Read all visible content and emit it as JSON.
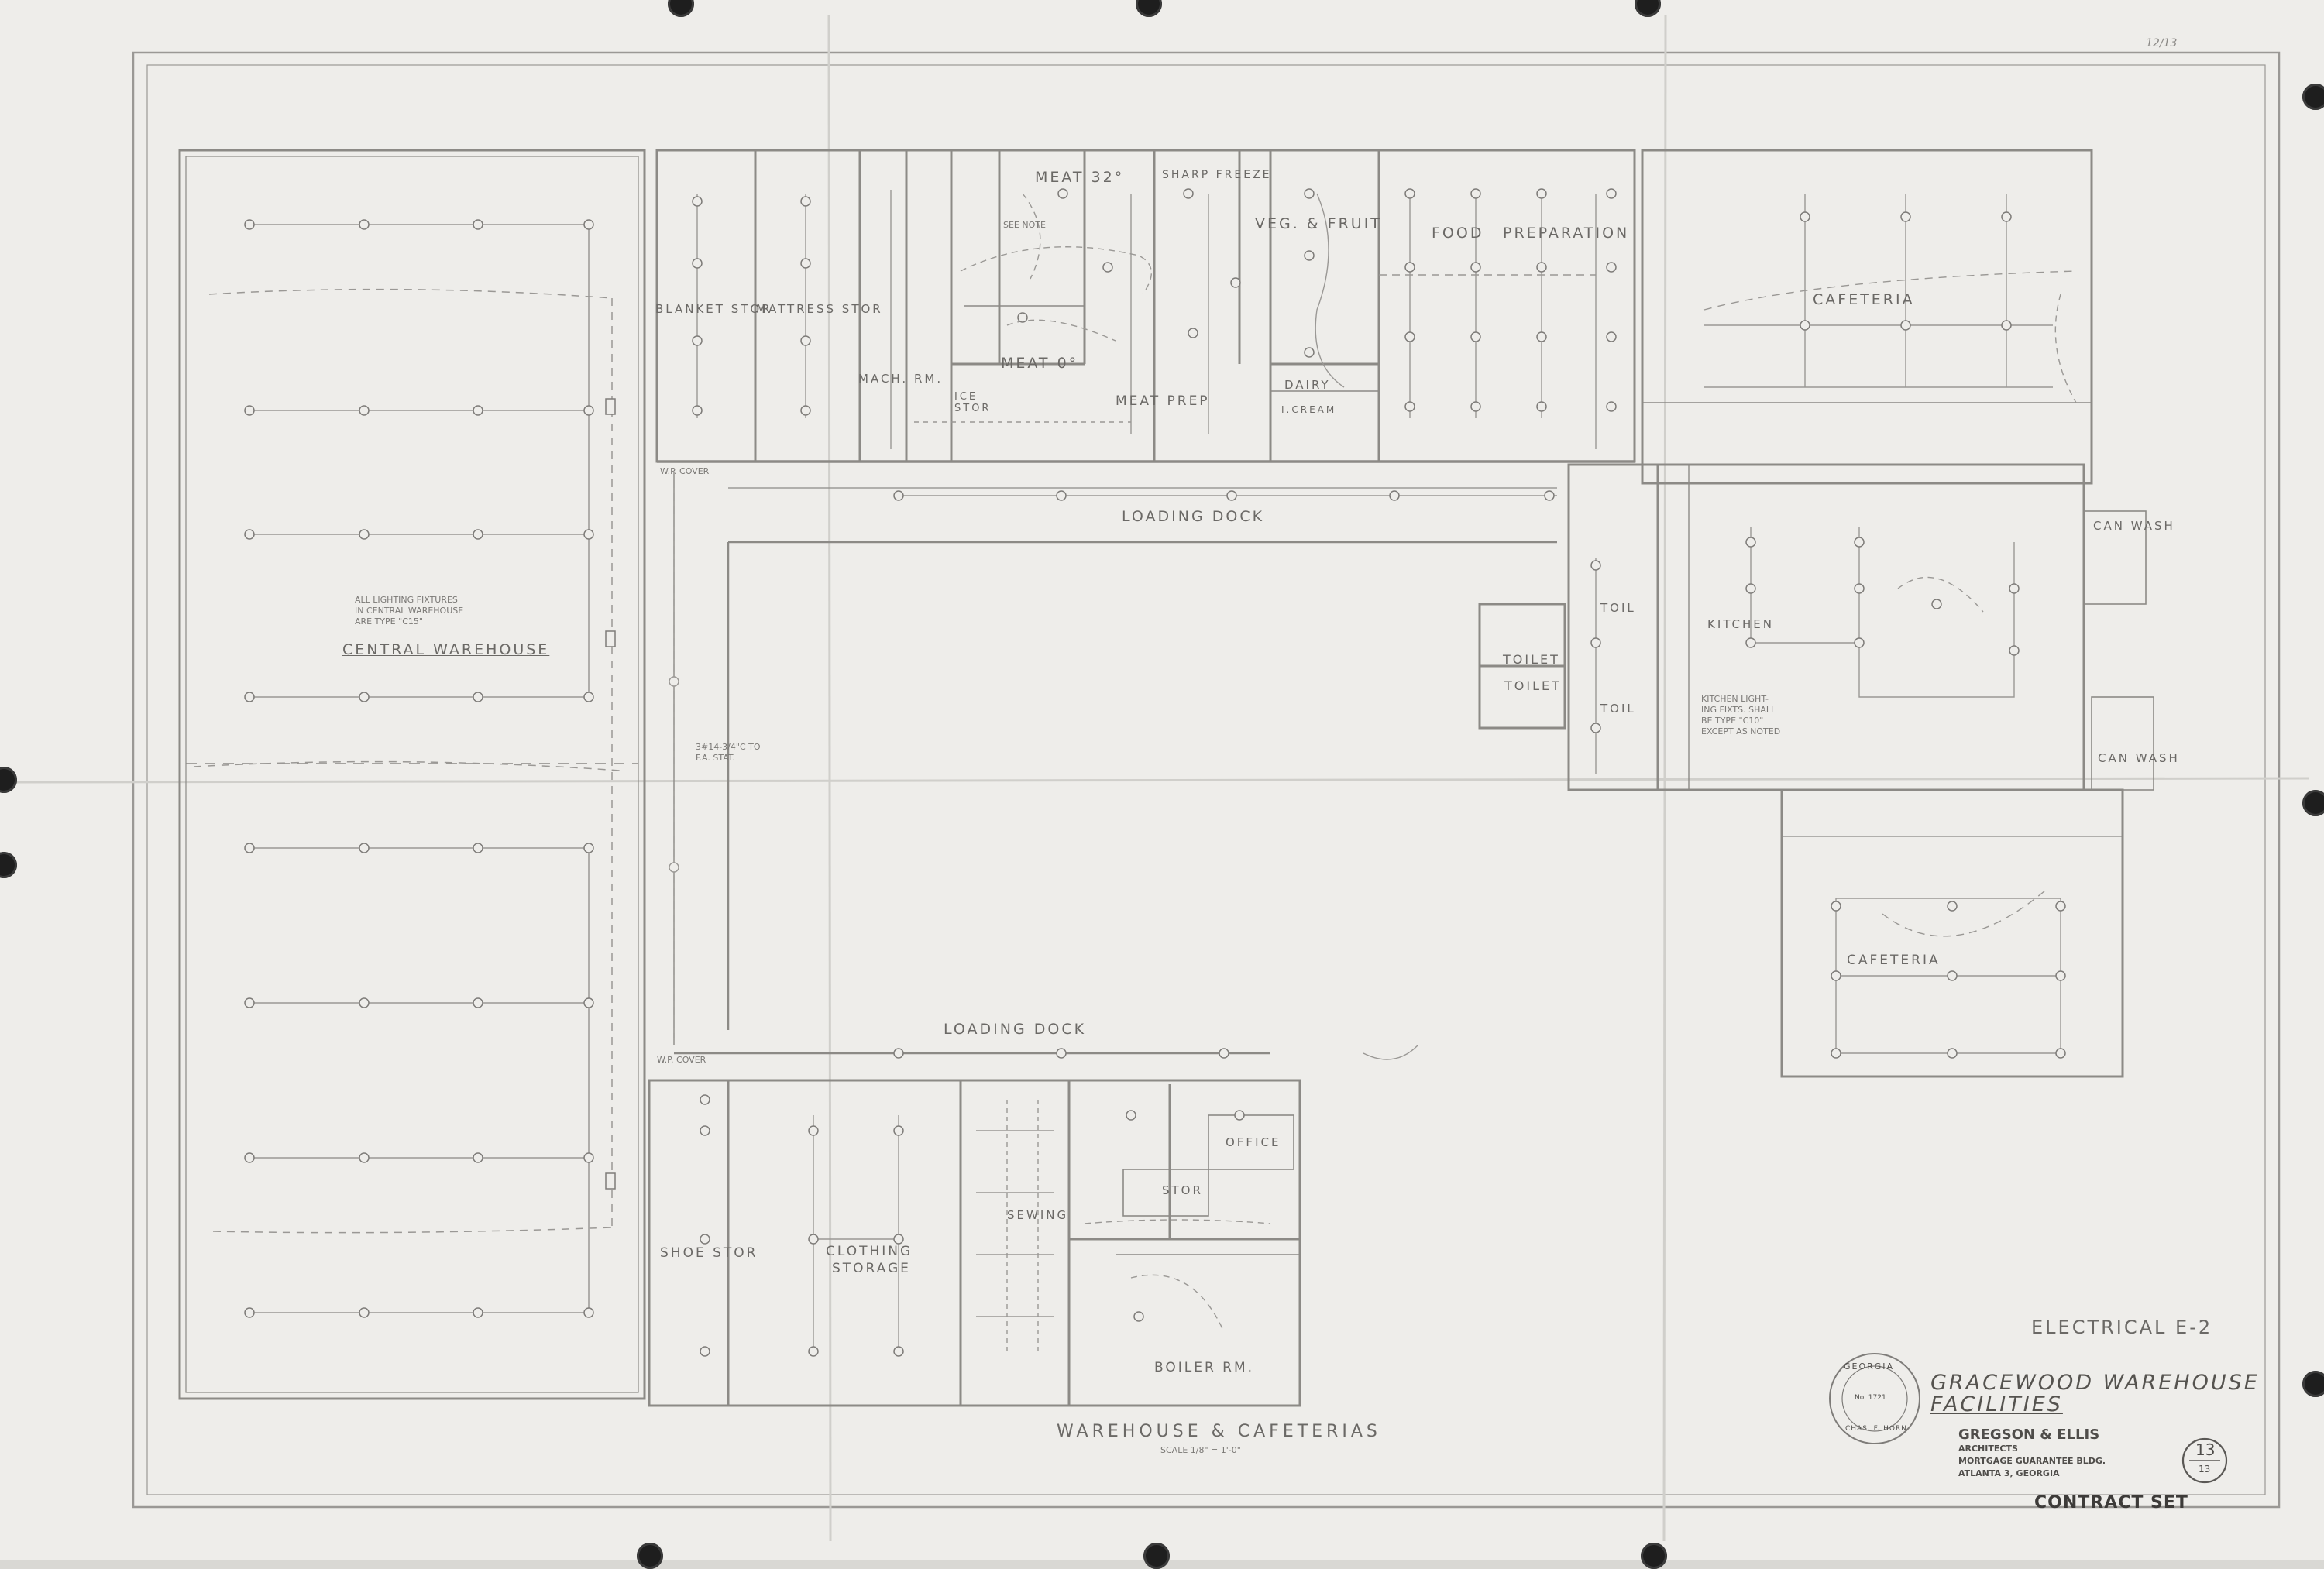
{
  "rooms": {
    "central_warehouse": "CENTRAL WAREHOUSE",
    "blanket_stor": "BLANKET STOR",
    "mattress_stor": "MATTRESS STOR",
    "mach_rm": "MACH. RM.",
    "ice_stor": "ICE STOR",
    "meat_32": "MEAT 32°",
    "meat_0": "MEAT 0°",
    "sharp_freeze": "SHARP FREEZE",
    "meat_prep": "MEAT PREP",
    "veg_fruit": "VEG. & FRUIT",
    "dairy": "DAIRY",
    "ice_cream": "I.CREAM",
    "food_preparation_1": "FOOD",
    "food_preparation_2": "PREPARATION",
    "cafeteria_north": "CAFETERIA",
    "loading_dock_north": "LOADING DOCK",
    "kitchen": "KITCHEN",
    "toilet_1": "TOILET",
    "toilet_2": "TOILET",
    "toil_1": "TOIL",
    "toil_2": "TOIL",
    "can_wash_1": "CAN WASH",
    "can_wash_2": "CAN WASH",
    "cafeteria_south": "CAFETERIA",
    "loading_dock_south": "LOADING DOCK",
    "office": "OFFICE",
    "stor": "STOR",
    "sewing": "SEWING",
    "shoe_stor": "SHOE STOR",
    "clothing_storage_1": "CLOTHING",
    "clothing_storage_2": "STORAGE",
    "boiler_rm": "BOILER RM."
  },
  "notes": {
    "warehouse_fixtures": "ALL LIGHTING FIXTURES\nIN CENTRAL WAREHOUSE\nARE TYPE \"C15\"",
    "kitchen_lighting": "KITCHEN LIGHT-\nING FIXTS. SHALL\nBE TYPE \"C10\"\nEXCEPT AS NOTED",
    "wp_cover_1": "W.P. COVER",
    "wp_cover_2": "W.P. COVER",
    "see_note": "SEE NOTE",
    "fa_stat": "3#14-3/4\"C TO\nF.A. STAT."
  },
  "title_block": {
    "sheet_title": "ELECTRICAL E-2",
    "drawing_title": "WAREHOUSE & CAFETERIAS",
    "scale": "SCALE 1/8\" = 1'-0\"",
    "project_line1": "GRACEWOOD WAREHOUSE",
    "project_line2": "FACILITIES",
    "firm": "GREGSON & ELLIS",
    "firm_role": "ARCHITECTS",
    "firm_address1": "MORTGAGE GUARANTEE BLDG.",
    "firm_address2": "ATLANTA 3, GEORGIA",
    "sheet_number": "13",
    "sheet_total": "13",
    "contract": "CONTRACT SET",
    "seal_state": "GEORGIA",
    "seal_name": "CHAS. F. HORN",
    "seal_number": "No. 1721"
  },
  "corner_mark": "12/13"
}
